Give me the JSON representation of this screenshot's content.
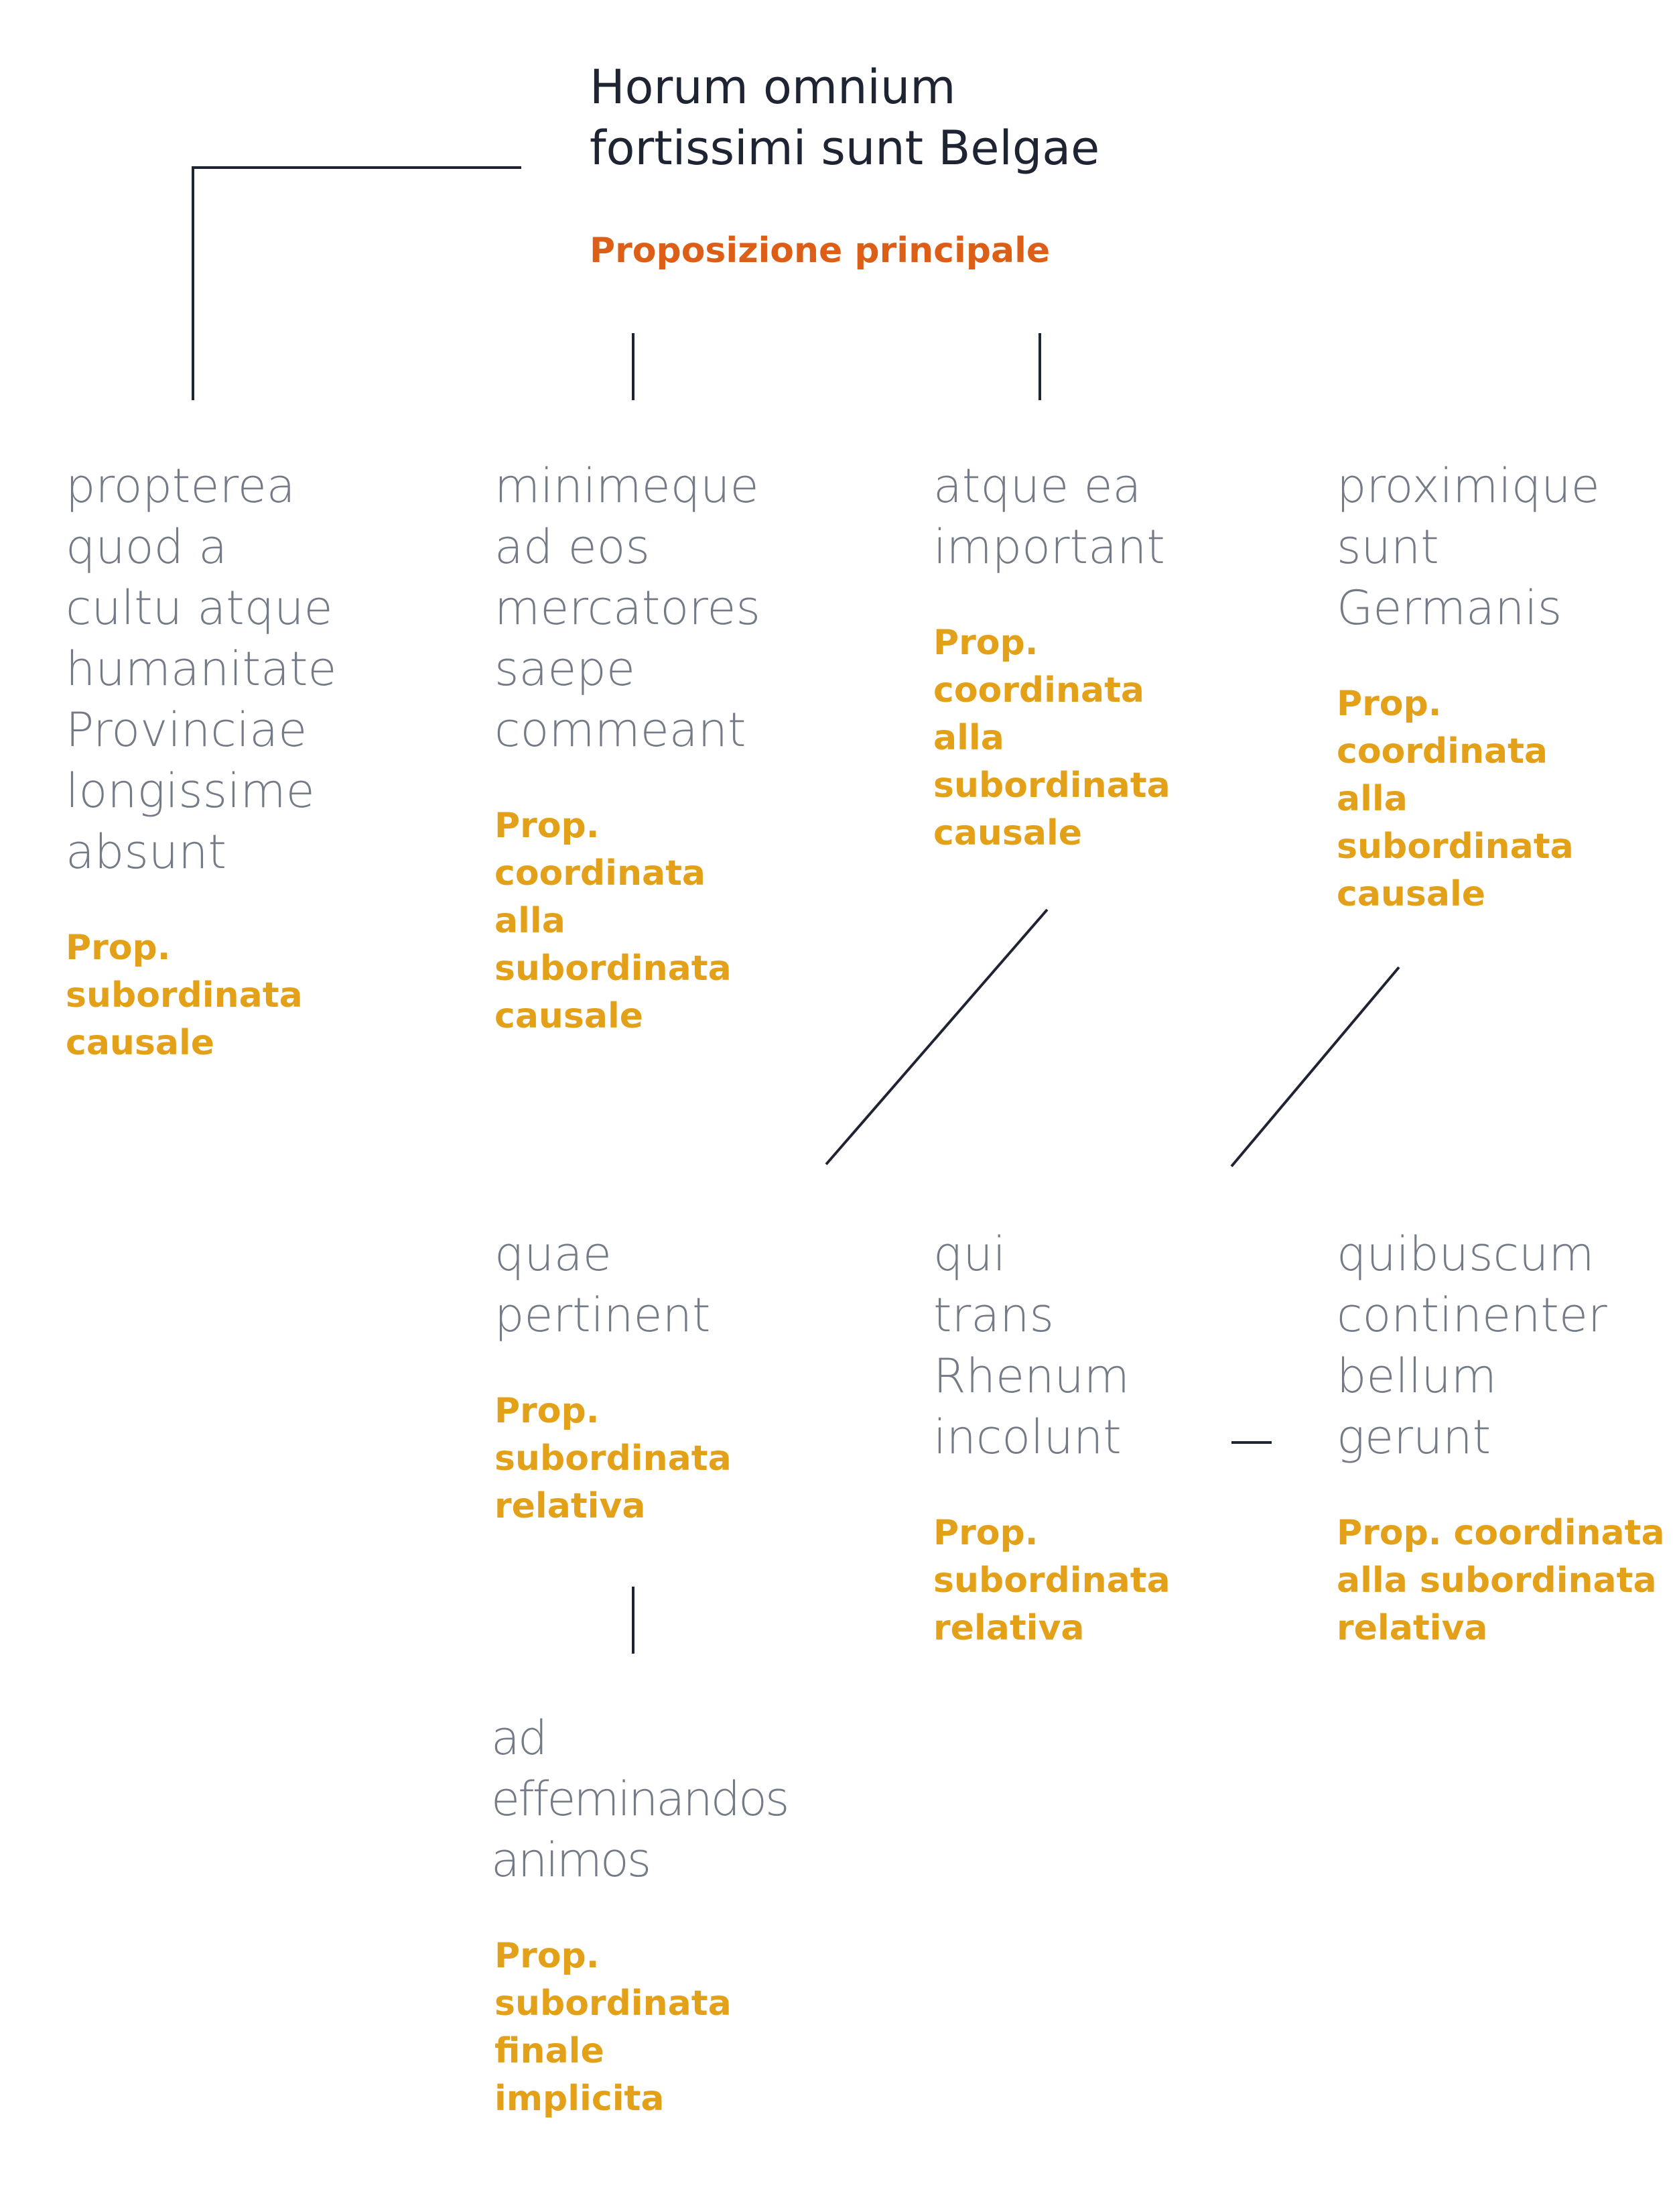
{
  "colors": {
    "main_text": "#1f2433",
    "clause_text": "#747a86",
    "main_label": "#dd5e17",
    "sub_label": "#e3a11a",
    "connector": "#1f2433"
  },
  "main": {
    "text_lines": [
      "Horum omnium",
      "fortissimi sunt Belgae"
    ],
    "label_lines": [
      "Proposizione principale"
    ]
  },
  "clauses": {
    "propterea": {
      "text_lines": [
        "propterea",
        "quod a",
        "cultu atque",
        "humanitate",
        "Provinciae",
        "longissime",
        "absunt"
      ],
      "label_lines": [
        "Prop.",
        "subordinata",
        "causale"
      ]
    },
    "minimeque": {
      "text_lines": [
        "minimeque",
        "ad eos",
        "mercatores",
        "saepe",
        "commeant"
      ],
      "label_lines": [
        "Prop.",
        "coordinata",
        "alla",
        "subordinata",
        "causale"
      ]
    },
    "atque": {
      "text_lines": [
        "atque ea",
        "important"
      ],
      "label_lines": [
        "Prop.",
        "coordinata",
        "alla",
        "subordinata",
        "causale"
      ]
    },
    "proximique": {
      "text_lines": [
        "proximique",
        "sunt",
        "Germanis"
      ],
      "label_lines": [
        "Prop.",
        "coordinata",
        "alla",
        "subordinata",
        "causale"
      ]
    },
    "quae": {
      "text_lines": [
        "quae",
        "pertinent"
      ],
      "label_lines": [
        "Prop.",
        "subordinata",
        "relativa"
      ]
    },
    "qui": {
      "text_lines": [
        "qui",
        "trans",
        "Rhenum",
        "incolunt"
      ],
      "label_lines": [
        "Prop.",
        "subordinata",
        "relativa"
      ]
    },
    "quibuscum": {
      "text_lines": [
        "quibuscum",
        "continenter",
        "bellum",
        "gerunt"
      ],
      "label_lines": [
        "Prop. coordinata",
        "alla subordinata",
        "relativa"
      ]
    },
    "ad_effeminandos": {
      "text_lines": [
        "ad",
        "effeminandos",
        "animos"
      ],
      "label_lines": [
        "Prop.",
        "subordinata",
        "finale",
        "implicita"
      ]
    }
  }
}
